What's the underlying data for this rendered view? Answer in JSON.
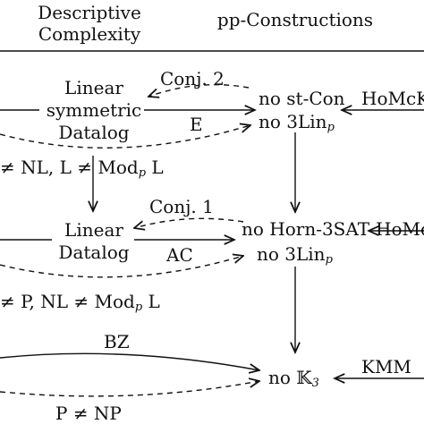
{
  "header": {
    "col_left_line1": "Descriptive",
    "col_left_line2": "Complexity",
    "col_right": "pp-Constructions"
  },
  "rows": [
    {
      "left_node": [
        "Linear",
        "symmetric",
        "Datalog"
      ],
      "right_node": [
        "no st-Con",
        "no 3Lin"
      ],
      "right_node_sub": "p",
      "arrow_top_label": "Conj. 2",
      "arrow_bottom_label": "E",
      "edge_label": "HoMcK",
      "separation": "≠ NL, L ≠ Mod",
      "separation_sub": "p",
      "separation_tail": " L"
    },
    {
      "left_node": [
        "Linear",
        "Datalog"
      ],
      "right_node": [
        "no Horn-3SAT",
        "no 3Lin"
      ],
      "right_node_sub": "p",
      "arrow_top_label": "Conj. 1",
      "arrow_bottom_label": "AC",
      "edge_label": "HoMcK",
      "separation": "≠ P, NL ≠ Mod",
      "separation_sub": "p",
      "separation_tail": " L"
    },
    {
      "left_node": [],
      "right_node": [
        "no 𝕂"
      ],
      "right_node_sub": "3",
      "arrow_top_label": "BZ",
      "arrow_bottom_label": "",
      "edge_label": "KMM",
      "separation": "P ≠ NP",
      "separation_sub": "",
      "separation_tail": ""
    }
  ]
}
